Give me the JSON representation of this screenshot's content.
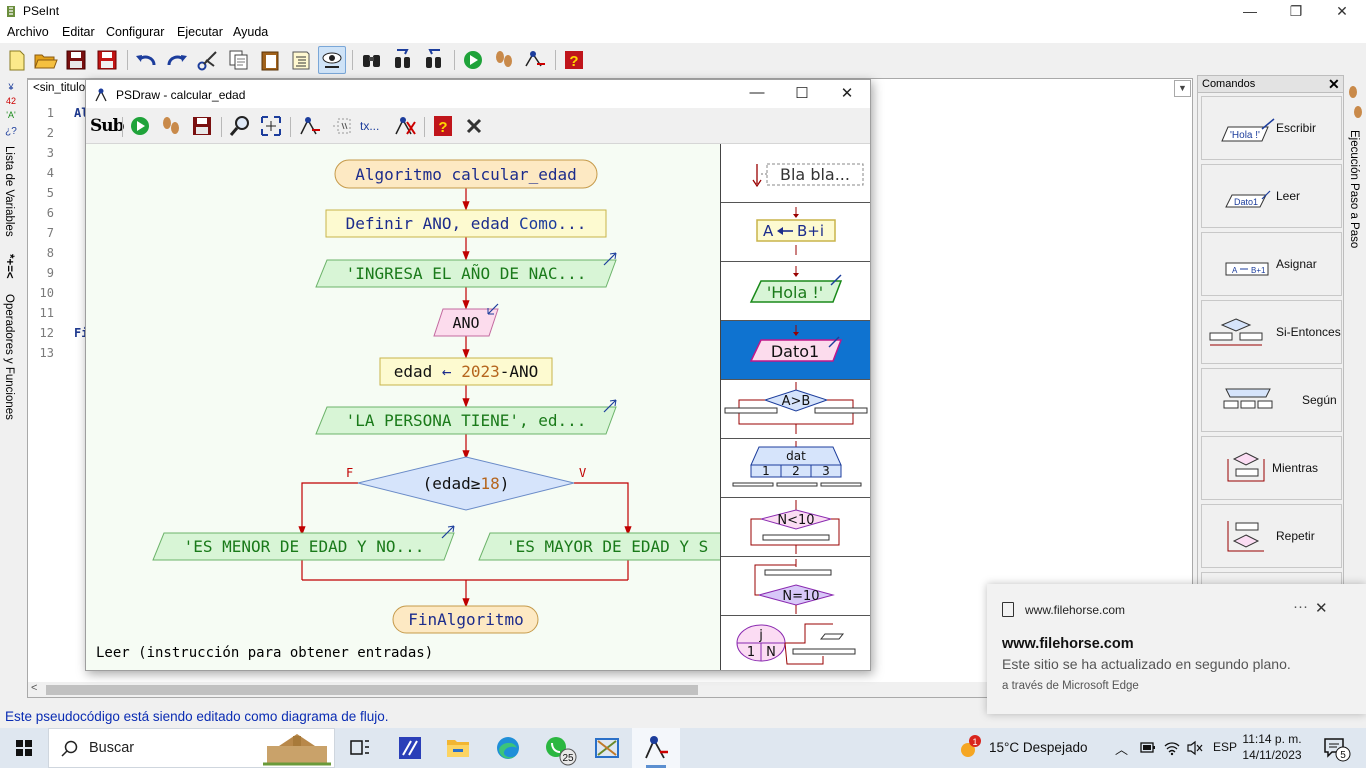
{
  "window": {
    "title": "PSeInt",
    "controls": [
      "minimize",
      "maximize",
      "close"
    ]
  },
  "menubar": [
    "Archivo",
    "Editar",
    "Configurar",
    "Ejecutar",
    "Ayuda"
  ],
  "toolbar_icons": [
    "new-file-icon",
    "open-folder-icon",
    "save-icon",
    "save-as-icon",
    "undo-icon",
    "redo-icon",
    "cut-icon",
    "copy-icon",
    "paste-icon",
    "indent-icon",
    "view-flowchart-icon",
    "find-icon",
    "find-prev-icon",
    "find-next-icon",
    "run-icon",
    "step-icon",
    "draw-flowchart-icon",
    "help-icon"
  ],
  "left_tabs": {
    "variables": "Lista de Variables",
    "variables_glyphs": "*+=<",
    "operators": "Operadores y Funciones"
  },
  "right_tabs": {
    "step": "Ejecución Paso a Paso"
  },
  "editor": {
    "tab": "<sin_titulo>",
    "line_numbers": [
      "1",
      "2",
      "3",
      "4",
      "5",
      "6",
      "7",
      "8",
      "9",
      "10",
      "11",
      "12",
      "13"
    ],
    "visible_code": {
      "line1": "Al",
      "line12": "Fi"
    }
  },
  "status": "Este pseudocódigo está siendo editado como diagrama de flujo.",
  "comandos": {
    "title": "Comandos",
    "items": [
      "Escribir",
      "Leer",
      "Asignar",
      "Si-Entonces",
      "Según",
      "Mientras",
      "Repetir"
    ],
    "icon_text": {
      "escribir": "'Hola !'",
      "leer": "Dato1",
      "asignar_a": "A",
      "asignar_b": "B+1"
    }
  },
  "psdraw": {
    "title": "PSDraw - calcular_edad",
    "toolbar_icons": [
      "sub-icon",
      "run-icon",
      "step-icon",
      "save-icon",
      "zoom-icon",
      "fit-icon",
      "pseint-icon",
      "comment-icon",
      "text-icon",
      "tools-icon",
      "help-icon",
      "close-icon"
    ],
    "toolbar_text": {
      "sub": "Sub",
      "text": "tx..."
    },
    "flowchart": {
      "start": "Algoritmo calcular_edad",
      "define": {
        "pre": "Definir ANO, edad ",
        "kw": "Como",
        "post": "..."
      },
      "print1": "'INGRESA EL AÑO DE NAC...",
      "read": "ANO",
      "assign": {
        "var": "edad",
        "arrow": "←",
        "num": "2023",
        "rest": "-ANO"
      },
      "print2": "'LA PERSONA TIENE', ed...",
      "decision": {
        "pre": "(edad≥",
        "num": "18",
        "post": ")"
      },
      "false_label": "F",
      "true_label": "V",
      "print_false": "'ES MENOR DE EDAD Y NO...",
      "print_true": "'ES MAYOR DE EDAD Y S",
      "end": "FinAlgoritmo"
    },
    "hint": "Leer (instrucción para obtener entradas)",
    "palette": {
      "comment": "Bla bla...",
      "assign_a": "A",
      "assign_b": "B+i",
      "write": "'Hola !'",
      "read": "Dato1",
      "if": "A>B",
      "switch_var": "dat",
      "switch_opts": [
        "1",
        "2",
        "3"
      ],
      "while": "N<10",
      "repeat": "N=10",
      "for_var": "j",
      "for_from": "1",
      "for_to": "N",
      "selected": "read"
    }
  },
  "toast": {
    "source": "www.filehorse.com",
    "title": "www.filehorse.com",
    "body": "Este sitio se ha actualizado en segundo plano.",
    "via": "a través de Microsoft Edge"
  },
  "taskbar": {
    "search_placeholder": "Buscar",
    "apps": [
      "start-icon",
      "search-icon",
      "task-view-icon",
      "app-icon",
      "file-explorer-icon",
      "edge-icon",
      "whatsapp-icon",
      "tool-icon",
      "psdraw-icon"
    ],
    "whatsapp_badge": "25",
    "weather_badge": "1",
    "weather": "15°C  Despejado",
    "language": "ESP",
    "time": "11:14 p. m.",
    "date": "14/11/2023",
    "notifications": "5"
  },
  "colors": {
    "status_text": "#0a2cb3",
    "palette_selected": "#0f73d0",
    "flow_arrow": "#c00000",
    "io_fill": "#d8f5d6",
    "terminal_fill": "#fde9c3",
    "decision_fill": "#d6e4fb",
    "read_fill": "#fcdced",
    "assign_fill": "#fdfad0"
  }
}
